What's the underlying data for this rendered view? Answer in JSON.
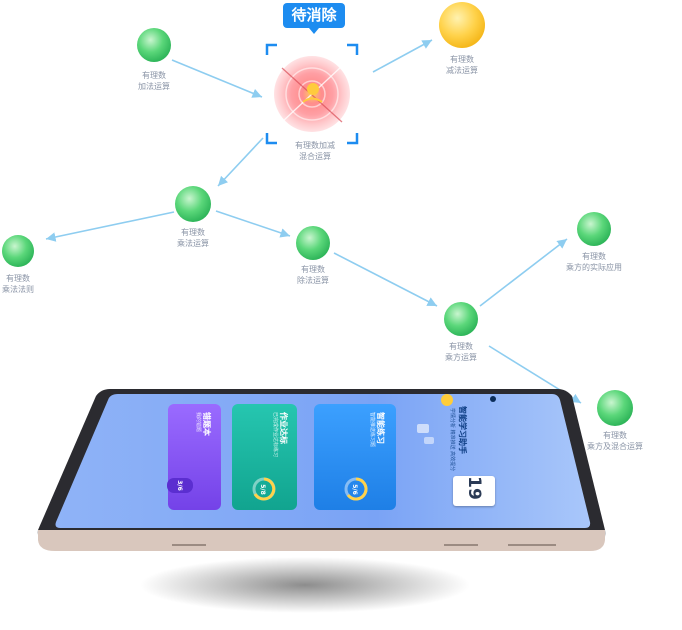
{
  "tag": {
    "label": "待消除"
  },
  "nodes": {
    "center": {
      "label": "有理数加减\n混合运算"
    },
    "add": {
      "label": "有理数\n加法运算"
    },
    "sub": {
      "label": "有理数\n减法运算"
    },
    "mul": {
      "label": "有理数\n乘法运算"
    },
    "mul_law": {
      "label": "有理数\n乘法法则"
    },
    "div": {
      "label": "有理数\n除法运算"
    },
    "power": {
      "label": "有理数\n乘方运算"
    },
    "power_app": {
      "label": "有理数\n乘方的实际应用"
    },
    "power_mix": {
      "label": "有理数\n乘方及混合运算"
    }
  },
  "tablet": {
    "card1": {
      "title": "错题本",
      "sub": "我的错题",
      "badge": "3/6"
    },
    "card2": {
      "title": "作业达标",
      "sub": "已完成作业达标练习",
      "ring": "5/8"
    },
    "card3": {
      "title": "智能练习",
      "sub": "智能推送练习题",
      "ring": "5/6"
    },
    "banner": {
      "title": "智能学习助手",
      "sub": "学情分析 精准推送 高效提分"
    },
    "date": {
      "day": "19"
    }
  },
  "colors": {
    "accent": "#1d8cf0",
    "green": "#3fcb6e",
    "screen": "#7aa3f5"
  }
}
